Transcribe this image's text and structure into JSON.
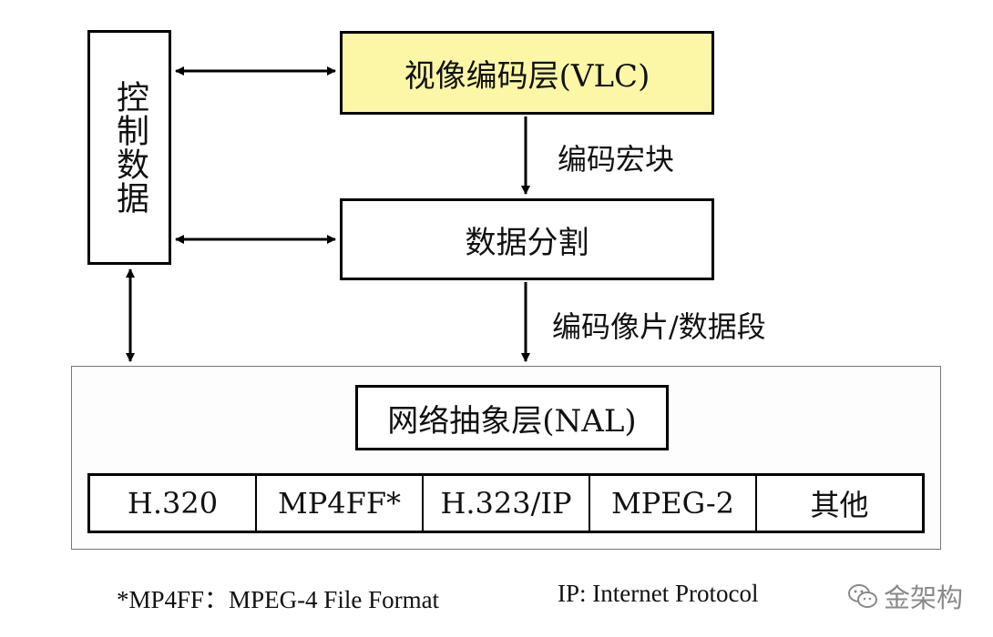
{
  "colors": {
    "vlc_fill": "#fbf7a6",
    "stroke": "#000000",
    "outer_border": "#777777",
    "watermark": "#8a8a8a"
  },
  "nodes": {
    "vlc": "视像编码层(VLC)",
    "data_partition": "数据分割",
    "control_data": "控制数据",
    "nal": "网络抽象层(NAL)"
  },
  "edge_labels": {
    "vlc_to_partition": "编码宏块",
    "partition_to_nal": "编码像片/数据段"
  },
  "protocols": [
    "H.320",
    "MP4FF*",
    "H.323/IP",
    "MPEG-2",
    "其他"
  ],
  "footnotes": {
    "mp4ff": "*MP4FF：MPEG-4 File Format",
    "ip": "IP: Internet Protocol"
  },
  "watermark": {
    "icon": "wechat-icon",
    "text": "金架构"
  }
}
